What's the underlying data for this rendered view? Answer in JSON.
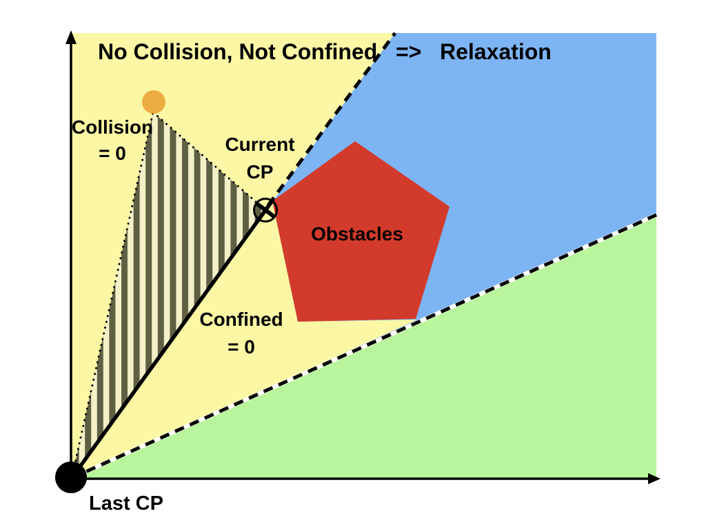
{
  "title": {
    "text": "No Collision, Not Confined   =>   Relaxation"
  },
  "labels": {
    "collision": {
      "line1": "Collision",
      "line2": "= 0"
    },
    "current_cp": {
      "line1": "Current",
      "line2": "CP"
    },
    "confined": {
      "line1": "Confined",
      "line2": "= 0"
    },
    "obstacles": "Obstacles",
    "last_cp": "Last CP"
  },
  "colors": {
    "region_yellow": "#FBF7A4",
    "region_blue": "#7DB4F4",
    "region_green": "#B9F59C",
    "obstacle_red": "#D23B2B",
    "point_orange": "#EDAC41",
    "hatch_dark": "#5F5F44",
    "hatch_light": "#F4F1C9",
    "line_black": "#000000"
  }
}
